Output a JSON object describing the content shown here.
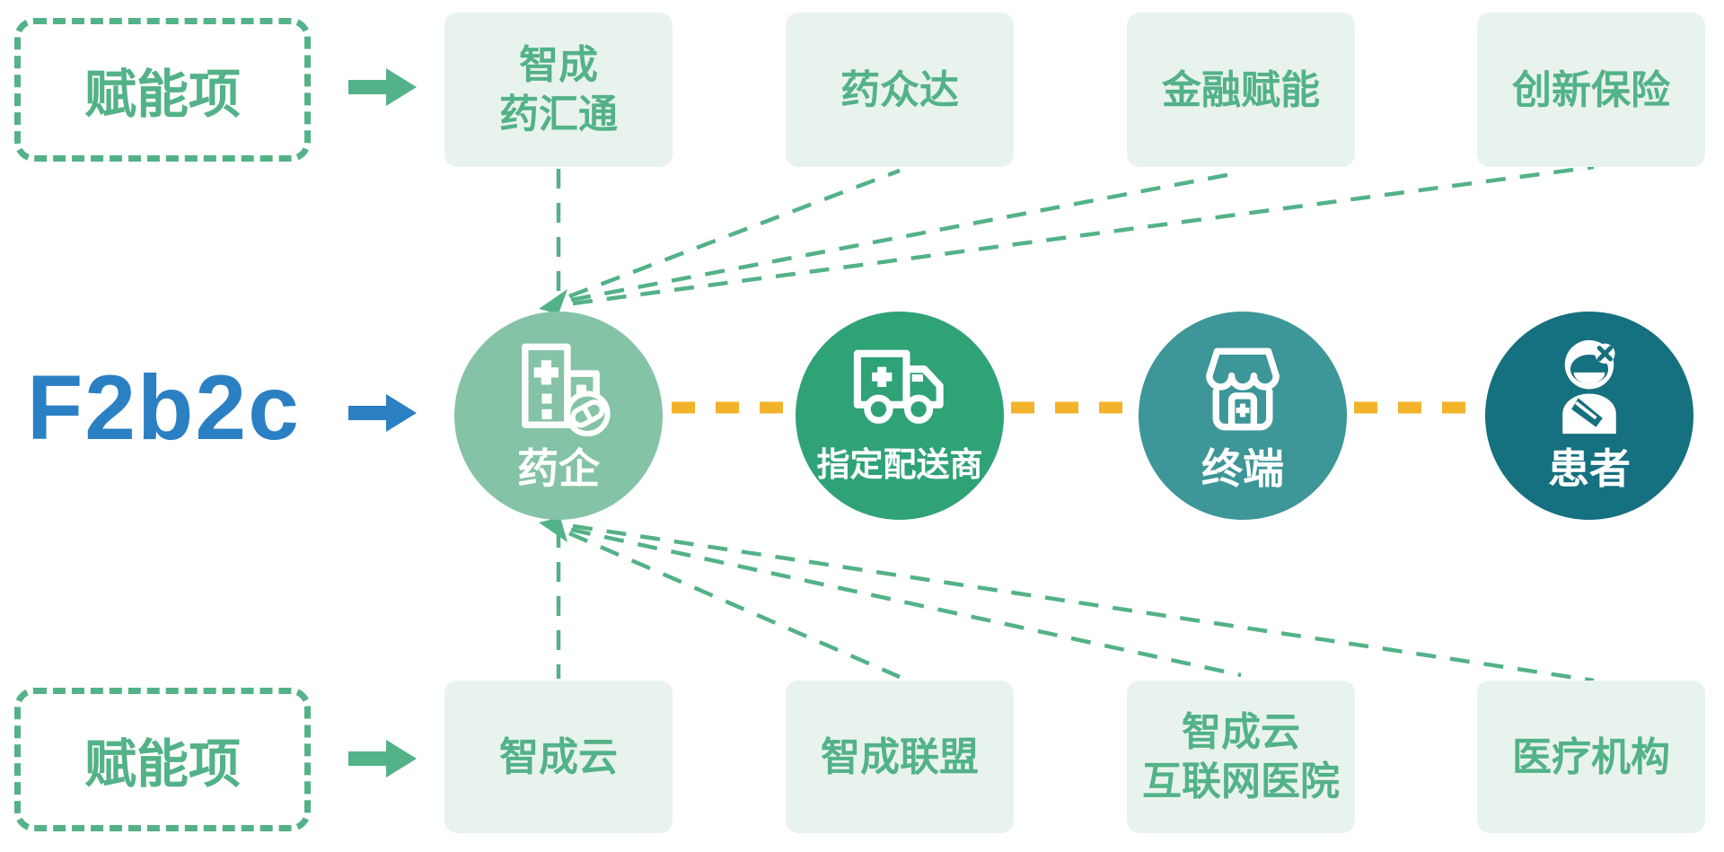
{
  "flow": {
    "label": "F2b2c"
  },
  "enablers_top": {
    "label": "赋能项",
    "items": [
      "智成\n药汇通",
      "药众达",
      "金融赋能",
      "创新保险"
    ]
  },
  "enablers_bottom": {
    "label": "赋能项",
    "items": [
      "智成云",
      "智成联盟",
      "智成云\n互联网医院",
      "医疗机构"
    ]
  },
  "chain": {
    "nodes": [
      {
        "label": "药企",
        "icon": "pharma-company-icon",
        "color": "#85c3a6"
      },
      {
        "label": "指定配送商",
        "icon": "delivery-truck-icon",
        "color": "#2fa277"
      },
      {
        "label": "终端",
        "icon": "storefront-icon",
        "color": "#3d9697"
      },
      {
        "label": "患者",
        "icon": "patient-icon",
        "color": "#15707f"
      }
    ]
  },
  "colors": {
    "accent_green": "#53b287",
    "box_bg": "#e9f3ee",
    "blue": "#2b80c4",
    "yellow_connector": "#f2b32b"
  }
}
